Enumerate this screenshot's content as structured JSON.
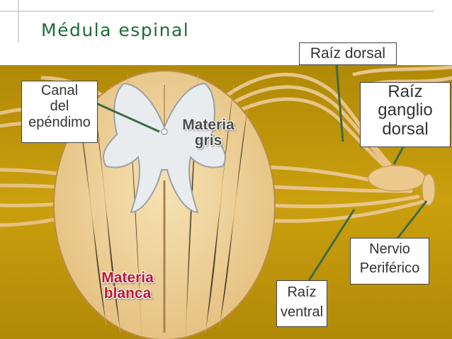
{
  "title": "Médula espinal",
  "labels": {
    "canal": [
      "Canal",
      "del",
      "epéndimo"
    ],
    "materia_gris": [
      "Materia",
      "gris"
    ],
    "raiz_dorsal": "Raíz dorsal",
    "raiz_ganglio": [
      "Raíz",
      "ganglio",
      "dorsal"
    ],
    "nervio": [
      "Nervio",
      "Periférico"
    ],
    "materia_blanca": [
      "Materia",
      "blanca"
    ],
    "raiz_ventral": [
      "Raíz",
      "ventral"
    ]
  },
  "colors": {
    "background_band": "#c49a0a",
    "white_matter": "#f1d6a0",
    "gray_matter": "#e9ecee",
    "title": "#1e6b3a",
    "gris_label": "#4a4a4a",
    "blanca_label": "#c0152a",
    "pointer": "#3d6b46",
    "frame_line": "#c8c8c8"
  }
}
